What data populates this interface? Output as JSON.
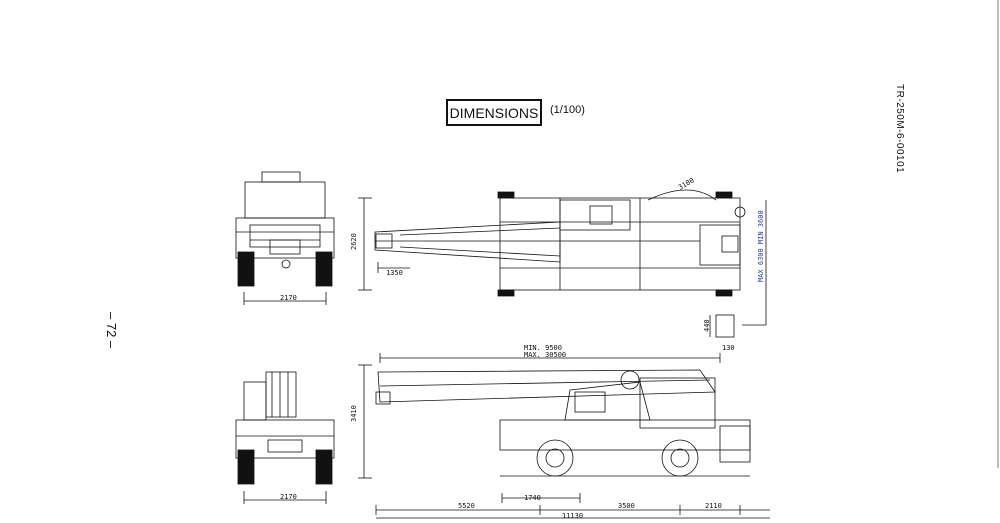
{
  "title": "DIMENSIONS",
  "scale": "(1/100)",
  "document_number": "TR-250M-6-00101",
  "page_number": "– 72 –",
  "dimensions": {
    "front_track_top": "2170",
    "front_track_bottom": "2170",
    "top_width": "2620",
    "top_front_overhang": "1350",
    "top_radius": "3100",
    "outrigger_span": "MAX 6300  MIN 3600",
    "outrigger_pad_a": "440",
    "outrigger_pad_b": "130",
    "boom_min": "MIN. 9500",
    "boom_max": "MAX. 30500",
    "overall_height": "3410",
    "front_overhang": "5520",
    "boom_offset": "1740",
    "wheelbase": "3500",
    "rear_overhang": "2110",
    "overall_length": "11130"
  }
}
